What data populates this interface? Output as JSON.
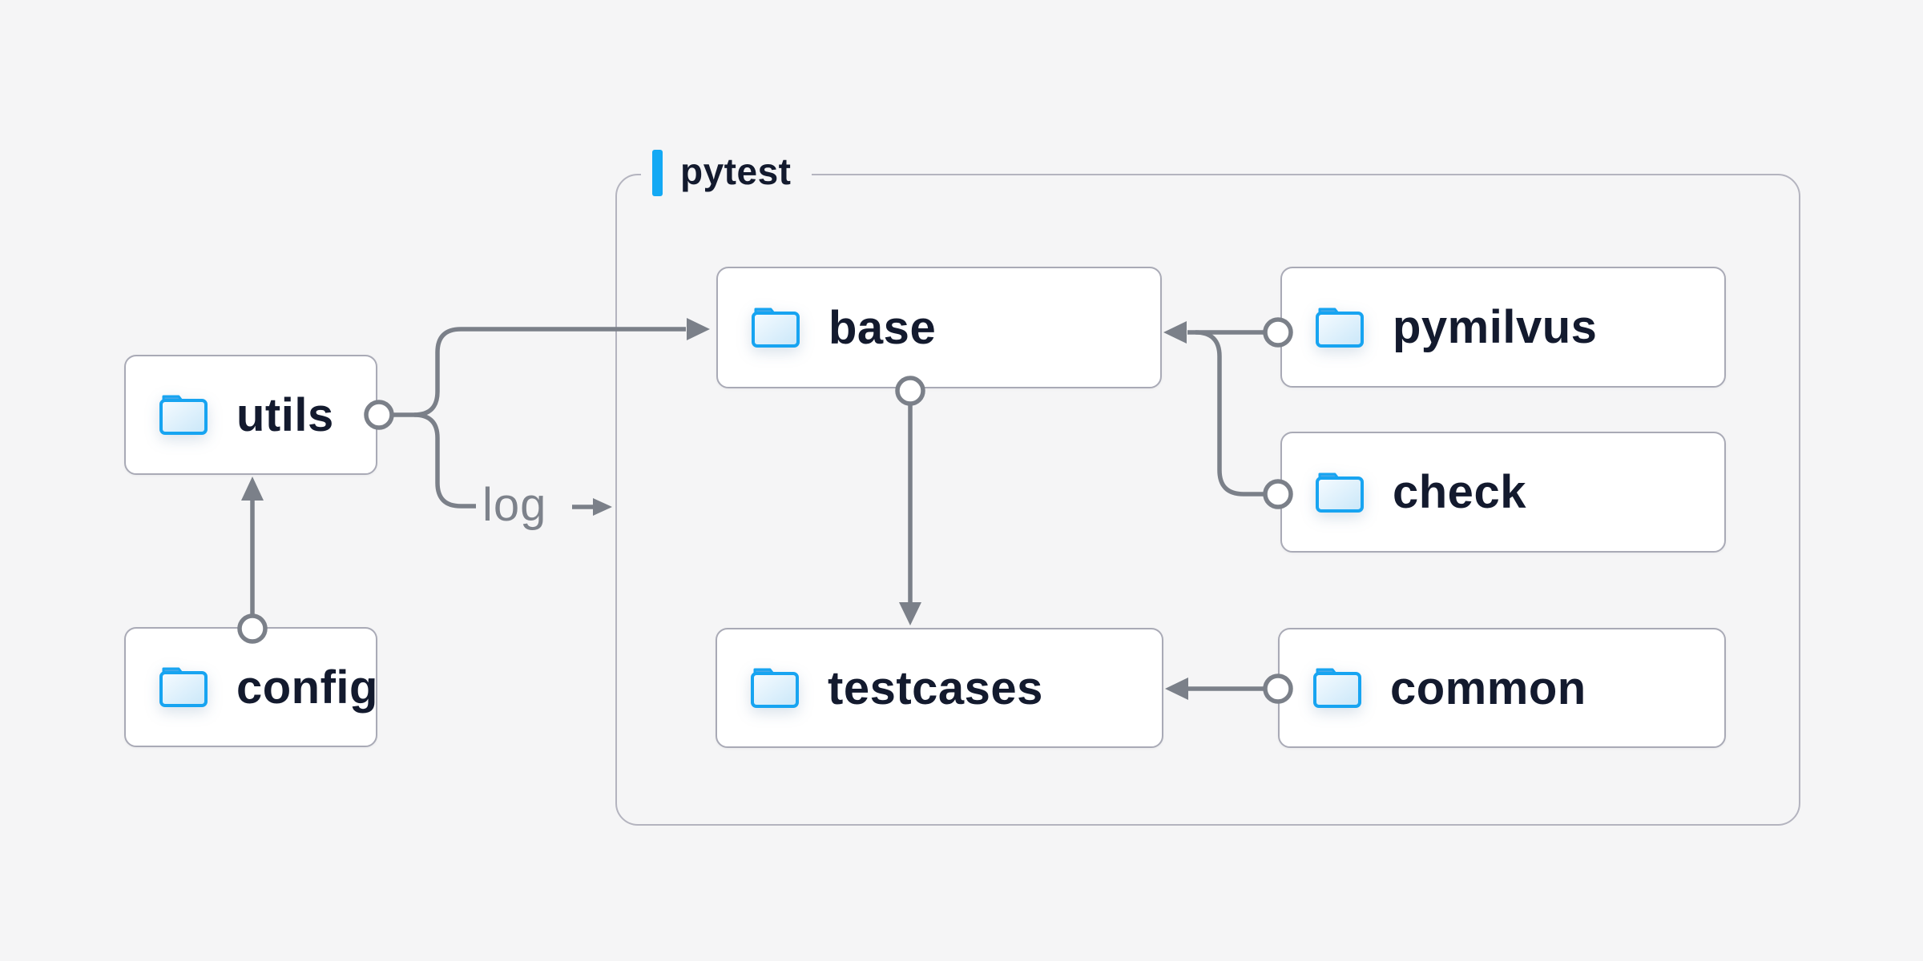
{
  "diagram": {
    "title_group": {
      "label": "pytest",
      "accent_color": "#14a9f4"
    },
    "nodes": [
      {
        "id": "utils",
        "label": "utils",
        "icon": "folder-icon",
        "inside_group": false
      },
      {
        "id": "config",
        "label": "config",
        "icon": "folder-icon",
        "inside_group": false
      },
      {
        "id": "base",
        "label": "base",
        "icon": "folder-icon",
        "inside_group": true
      },
      {
        "id": "pymilvus",
        "label": "pymilvus",
        "icon": "folder-icon",
        "inside_group": true
      },
      {
        "id": "check",
        "label": "check",
        "icon": "folder-icon",
        "inside_group": true
      },
      {
        "id": "testcases",
        "label": "testcases",
        "icon": "folder-icon",
        "inside_group": true
      },
      {
        "id": "common",
        "label": "common",
        "icon": "folder-icon",
        "inside_group": true
      }
    ],
    "edges": [
      {
        "from": "config",
        "to": "utils",
        "style": "circle-to-arrow",
        "direction": "up"
      },
      {
        "from": "utils",
        "to": "base",
        "style": "circle-to-arrow",
        "direction": "right"
      },
      {
        "from": "utils",
        "to": "log",
        "style": "circle-to-arrow",
        "direction": "right"
      },
      {
        "from": "pymilvus",
        "to": "base",
        "style": "circle-to-arrow",
        "direction": "left"
      },
      {
        "from": "check",
        "to": "base",
        "style": "circle-to-arrow",
        "direction": "left-up"
      },
      {
        "from": "base",
        "to": "testcases",
        "style": "circle-to-arrow",
        "direction": "down"
      },
      {
        "from": "common",
        "to": "testcases",
        "style": "circle-to-arrow",
        "direction": "left"
      }
    ],
    "edge_label": {
      "text": "log"
    },
    "colors": {
      "background": "#f5f5f6",
      "node_background": "#ffffff",
      "node_border": "#a9aab6",
      "group_border": "#b4b4bf",
      "wire": "#7b8089",
      "text": "#131a2e",
      "edge_label_text": "#7d828b",
      "accent_blue": "#14a9f4",
      "folder_stroke": "#17a4f1",
      "folder_tab": "#4aa9e8"
    }
  }
}
